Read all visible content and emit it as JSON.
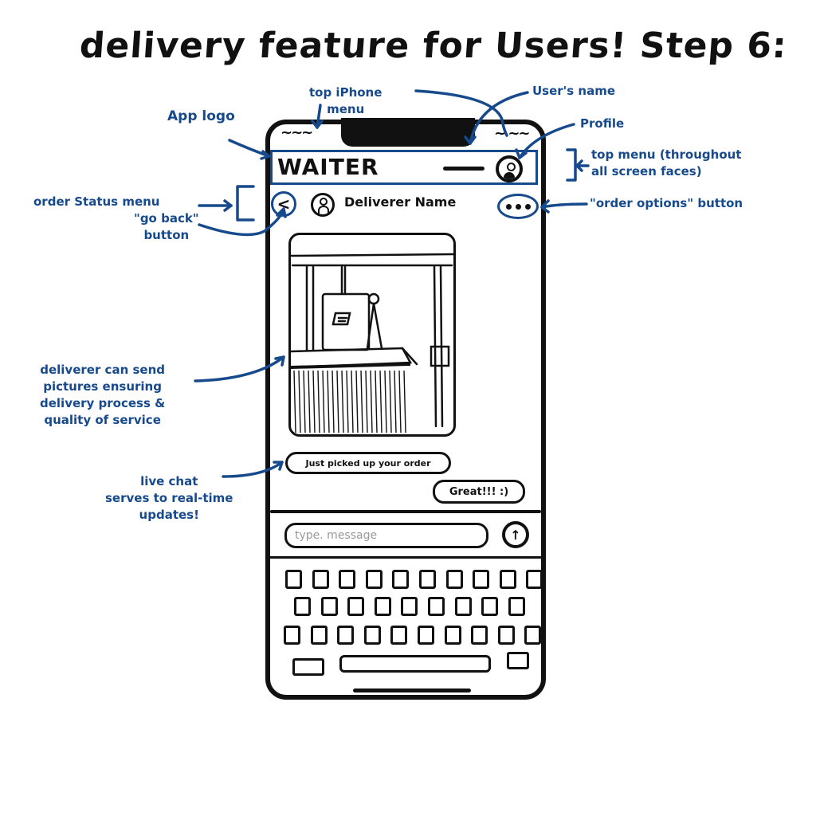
{
  "title": "delivery feature for Users! Step 6:",
  "ink_colors": {
    "sketch": "#111111",
    "annotation": "#174a8c"
  },
  "phone": {
    "status_bar": {
      "left_indicator": "~~~",
      "right_indicator": "~ ~~"
    },
    "top_menu": {
      "logo": "WAITER",
      "user_name_placeholder": "—",
      "profile_icon": "profile-icon"
    },
    "order_status_menu": {
      "back_icon": "<",
      "deliverer_avatar": "avatar-icon",
      "deliverer_name": "Deliverer Name",
      "options_icon": "more-dots-icon"
    },
    "photo_message": {
      "description": "photo of order pickup counter with menu sign"
    },
    "chat": {
      "messages": [
        {
          "from": "deliverer",
          "text": "Just picked up your order"
        },
        {
          "from": "user",
          "text": "Great!!! :)"
        }
      ]
    },
    "composer": {
      "placeholder": "type. message",
      "send_icon": "↑"
    },
    "keyboard": {
      "row_key_counts": [
        10,
        9,
        10
      ]
    }
  },
  "annotations": {
    "app_logo": "App logo",
    "top_iphone_menu": "top iPhone\nmenu",
    "users_name": "User's name",
    "profile": "Profile",
    "top_menu": "top menu (throughout\nall screen faces)",
    "order_status_menu": "order Status menu",
    "go_back_button": "\"go back\"\nbutton",
    "order_options_button": "\"order options\" button",
    "deliverer_pictures": "deliverer can send\npictures ensuring\ndelivery process &\nquality of service",
    "live_chat": "live chat\nserves to real-time\nupdates!"
  }
}
